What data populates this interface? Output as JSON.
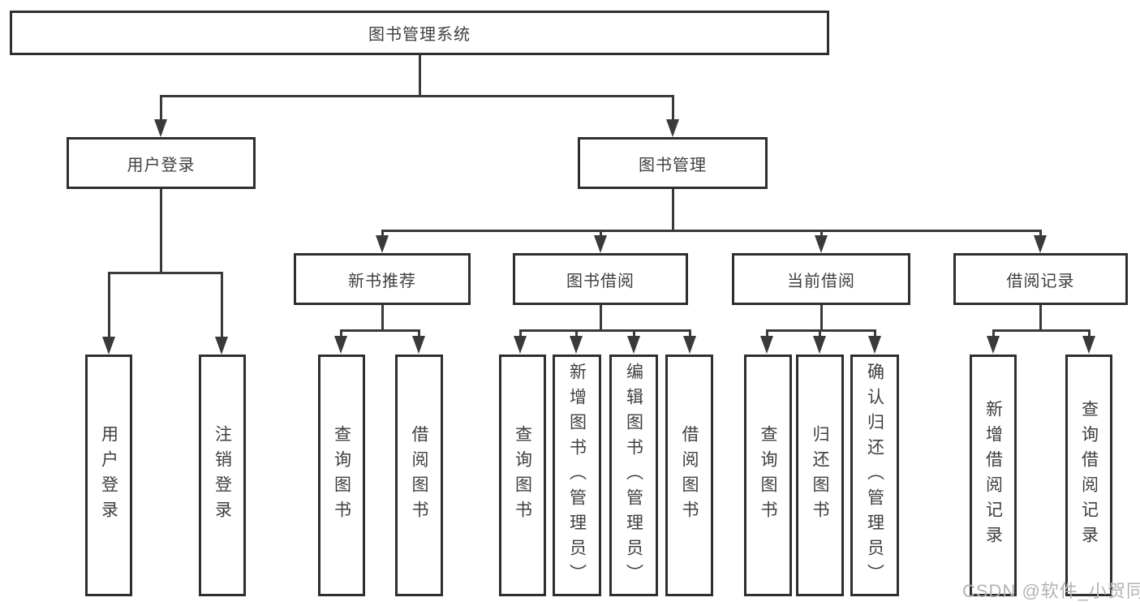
{
  "diagram": {
    "root": {
      "label": "图书管理系统",
      "children": [
        {
          "label": "用户登录",
          "children": [
            {
              "label": "用户登录"
            },
            {
              "label": "注销登录"
            }
          ]
        },
        {
          "label": "图书管理",
          "children": [
            {
              "label": "新书推荐",
              "children": [
                {
                  "label": "查询图书"
                },
                {
                  "label": "借阅图书"
                }
              ]
            },
            {
              "label": "图书借阅",
              "children": [
                {
                  "label": "查询图书"
                },
                {
                  "label": "新增图书（管理员）"
                },
                {
                  "label": "编辑图书（管理员）"
                },
                {
                  "label": "借阅图书"
                }
              ]
            },
            {
              "label": "当前借阅",
              "children": [
                {
                  "label": "查询图书"
                },
                {
                  "label": "归还图书"
                },
                {
                  "label": "确认归还（管理员）"
                }
              ]
            },
            {
              "label": "借阅记录",
              "children": [
                {
                  "label": "新增借阅记录"
                },
                {
                  "label": "查询借阅记录"
                }
              ]
            }
          ]
        }
      ]
    }
  },
  "watermark": {
    "text": "CSDN @软件_小贺同学"
  },
  "colors": {
    "line": "#3a3a3a",
    "border": "#2f2f2f",
    "text": "#3f3f3f",
    "watermark": "#b3b3b3",
    "box_bg": "#ffffff",
    "background": "#ffffff"
  }
}
